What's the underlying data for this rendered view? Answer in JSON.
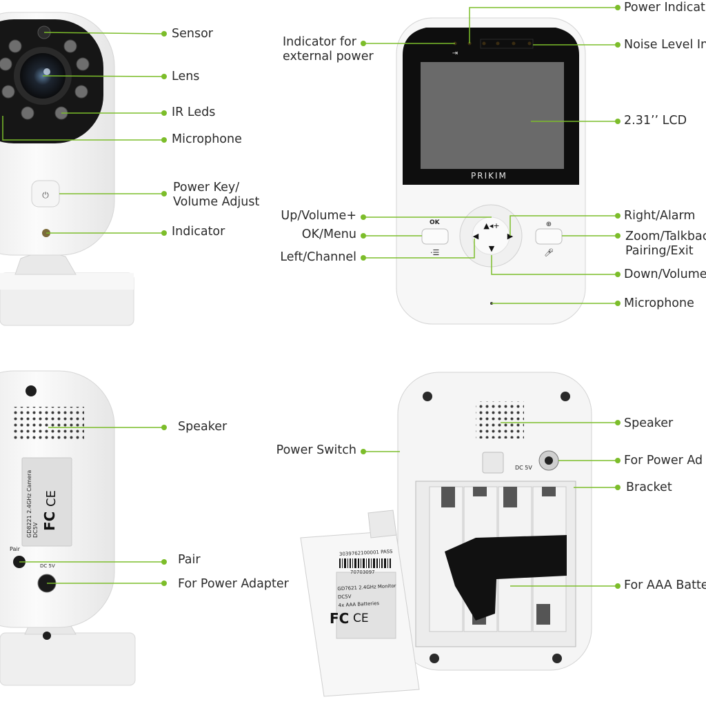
{
  "colors": {
    "leader": "#7cbd2a",
    "device": "#f3f3f3",
    "screen": "#6d6d6d"
  },
  "brand": "PRIKIM",
  "camera_front": {
    "labels": {
      "sensor": "Sensor",
      "lens": "Lens",
      "ir_leds": "IR Leds",
      "microphone": "Microphone",
      "power_key": [
        "Power Key/",
        "Volume Adjust"
      ],
      "indicator": "Indicator"
    }
  },
  "monitor_front": {
    "labels": {
      "power_indicator": "Power Indicat",
      "external_power": [
        "Indicator for",
        "external power"
      ],
      "noise_level": "Noise Level In",
      "lcd": "2.31’’ LCD",
      "up_volume": "Up/Volume+",
      "ok_menu": "OK/Menu",
      "left_channel": "Left/Channel",
      "right_alarm": "Right/Alarm",
      "zoom_talkback": [
        "Zoom/Talkbac",
        "Pairing/Exit"
      ],
      "down_volume": "Down/Volume",
      "microphone": "Microphone"
    },
    "ok_key": "OK"
  },
  "camera_back": {
    "labels": {
      "speaker": "Speaker",
      "pair": "Pair",
      "power_adapter": "For Power Adapter"
    },
    "pair_text": "Pair",
    "dc_text": "DC  5V",
    "sticker": [
      "GD8221  2.4GHz Camera",
      "DC5V"
    ],
    "fc": "FC",
    "ce": "CE"
  },
  "monitor_back": {
    "labels": {
      "speaker": "Speaker",
      "power_switch": "Power Switch",
      "power_adapter": "For Power Ad",
      "bracket": "Bracket",
      "battery": "For AAA Batte"
    },
    "dc_text": "DC  5V",
    "barcode_text": "3039762100001 PASS",
    "barcode_num": "70703097",
    "cover_lines": [
      "GD7621  2.4GHz Monitor",
      "DC5V",
      "4x AAA Batteries"
    ],
    "fc": "FC",
    "ce": "CE"
  }
}
